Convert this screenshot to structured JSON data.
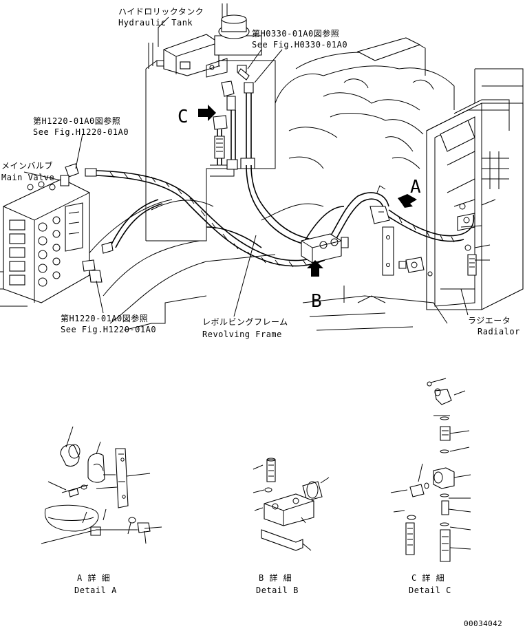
{
  "labels": {
    "hydraulic_tank_jp": "ハイドロリックタンク",
    "hydraulic_tank_en": "Hydraulic Tank",
    "see_h0330_jp": "第H0330-01A0図参照",
    "see_h0330_en": "See Fig.H0330-01A0",
    "see_h1220_top_jp": "第H1220-01A0図参照",
    "see_h1220_top_en": "See Fig.H1220-01A0",
    "main_valve_jp": "メインバルブ",
    "main_valve_en": "Main Valve",
    "see_h1220_bottom_jp": "第H1220-01A0図参照",
    "see_h1220_bottom_en": "See Fig.H1220-01A0",
    "revolving_frame_jp": "レボルビングフレーム",
    "revolving_frame_en": "Revolving Frame",
    "radiator_jp": "ラジエータ",
    "radiator_en": "Radialor"
  },
  "views": {
    "c": "C",
    "a": "A",
    "b": "B"
  },
  "details": {
    "a_jp": "A 詳 細",
    "a_en": "Detail A",
    "b_jp": "B 詳 細",
    "b_en": "Detail B",
    "c_jp": "C 詳 細",
    "c_en": "Detail C"
  },
  "drawing_number": "00034042"
}
